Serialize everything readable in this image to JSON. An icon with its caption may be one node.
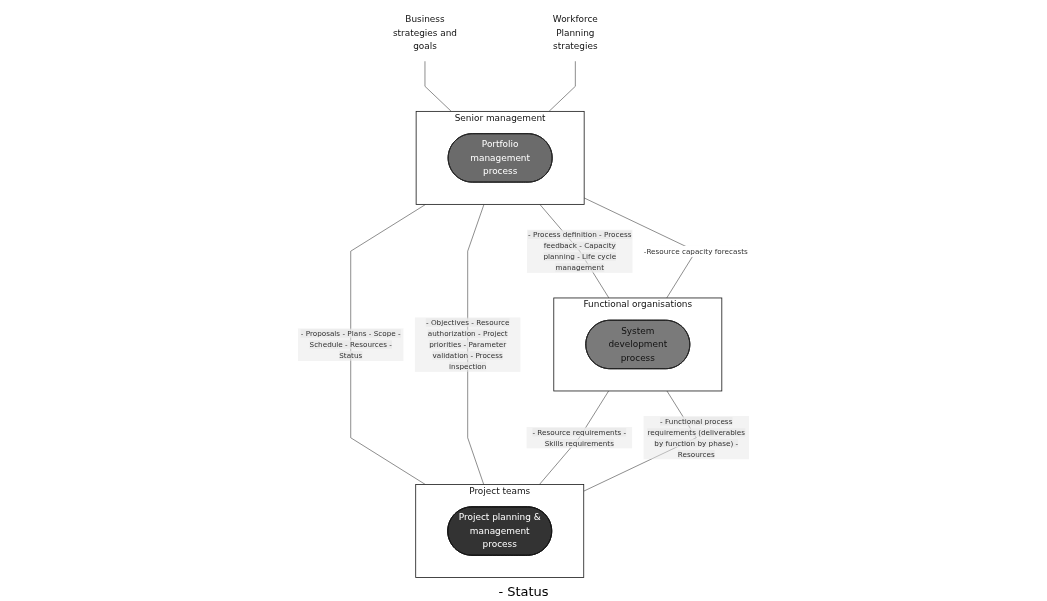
{
  "diagram": {
    "nodes": [
      {
        "text": [
          "Senior management"
        ]
      },
      {
        "text": [
          "Portfolio management process"
        ],
        "in": 0
      },
      {
        "text": [
          "Functional organisations"
        ]
      },
      {
        "text": [
          "System development process"
        ],
        "in": 2
      },
      {
        "text": [
          "Project teams"
        ]
      },
      {
        "text": [
          "Project planning & management process"
        ],
        "in": 4
      },
      {
        "text": [
          "Business strategies and goals"
        ]
      },
      {
        "text": [
          "Workforce Planning strategies"
        ]
      }
    ],
    "edges": [
      {
        "from": 6,
        "to": 0,
        "arrow": "none"
      },
      {
        "from": 7,
        "to": 0,
        "arrow": "none"
      },
      {
        "from": 0,
        "to": 2,
        "arrow": "none",
        "label": "- Process definition - Process feedback - Capacity planning - Life cycle management"
      },
      {
        "from": 0,
        "to": 2,
        "arrow": "none",
        "label": "-Resource capacity forecasts"
      },
      {
        "from": 0,
        "to": 4,
        "arrow": "none",
        "label": "- Proposals - Plans - Scope - Schedule - Resources - Status"
      },
      {
        "from": 0,
        "to": 4,
        "arrow": "none",
        "label": "- Objectives - Resource authorization - Project priorities - Parameter validation - Process inspection"
      },
      {
        "from": 2,
        "to": 4,
        "arrow": "none",
        "label": "- Resource requirements - Skills requirements"
      },
      {
        "from": 2,
        "to": 4,
        "arrow": "none",
        "label": "- Functional process requirements (deliverables by function by phase) - Resources"
      }
    ],
    "labels": [
      "- Status"
    ]
  }
}
